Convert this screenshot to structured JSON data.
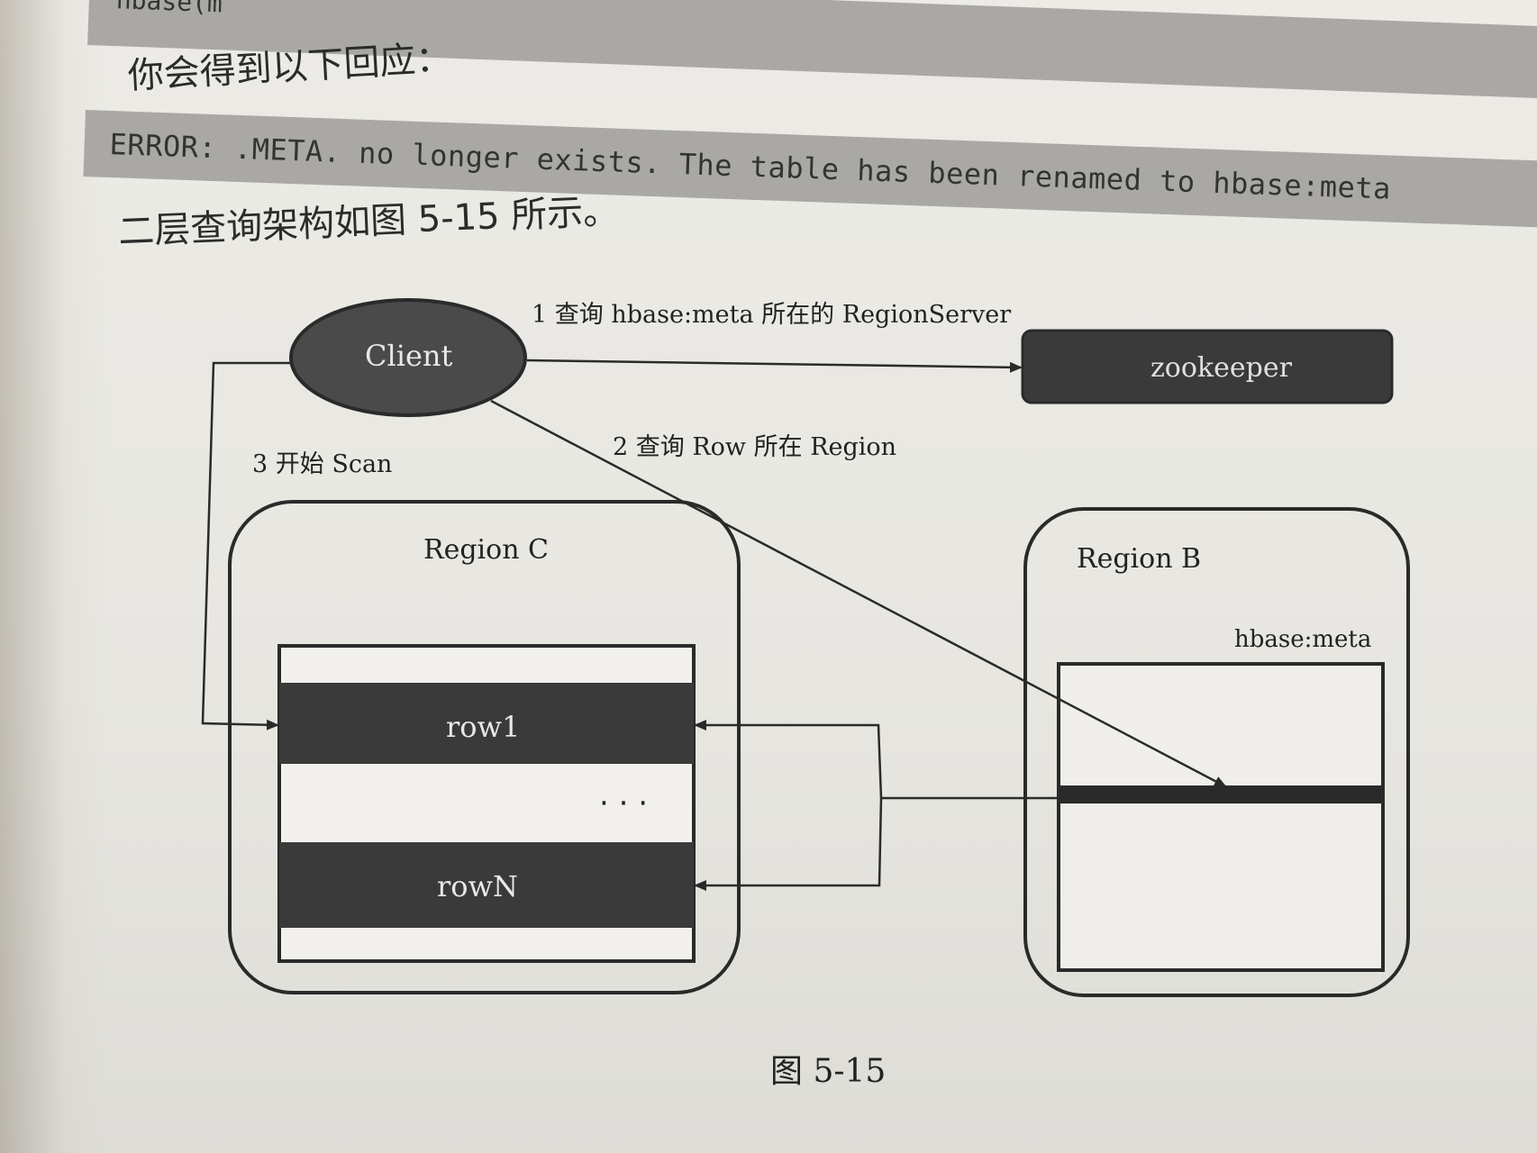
{
  "header": {
    "band_top_text": "hbase(m",
    "intro": "你会得到以下回应：",
    "error_message": "ERROR: .META. no longer exists. The table has been renamed to hbase:meta",
    "figure_ref": "二层查询架构如图 5-15 所示。"
  },
  "diagram": {
    "client_label": "Client",
    "zookeeper_label": "zookeeper",
    "step1_label": "1  查询 hbase:meta 所在的 RegionServer",
    "step2_label": "2  查询 Row 所在 Region",
    "step3_label": "3  开始 Scan",
    "region_c_label": "Region C",
    "region_b_label": "Region B",
    "meta_table_label": "hbase:meta",
    "row1_label": "row1",
    "ellipsis_label": "· · ·",
    "rown_label": "rowN",
    "colors": {
      "dark_fill": "#3a3a3a",
      "line": "#2a2a2a",
      "light_text": "#e8e8e8"
    }
  },
  "caption": "图 5-15"
}
